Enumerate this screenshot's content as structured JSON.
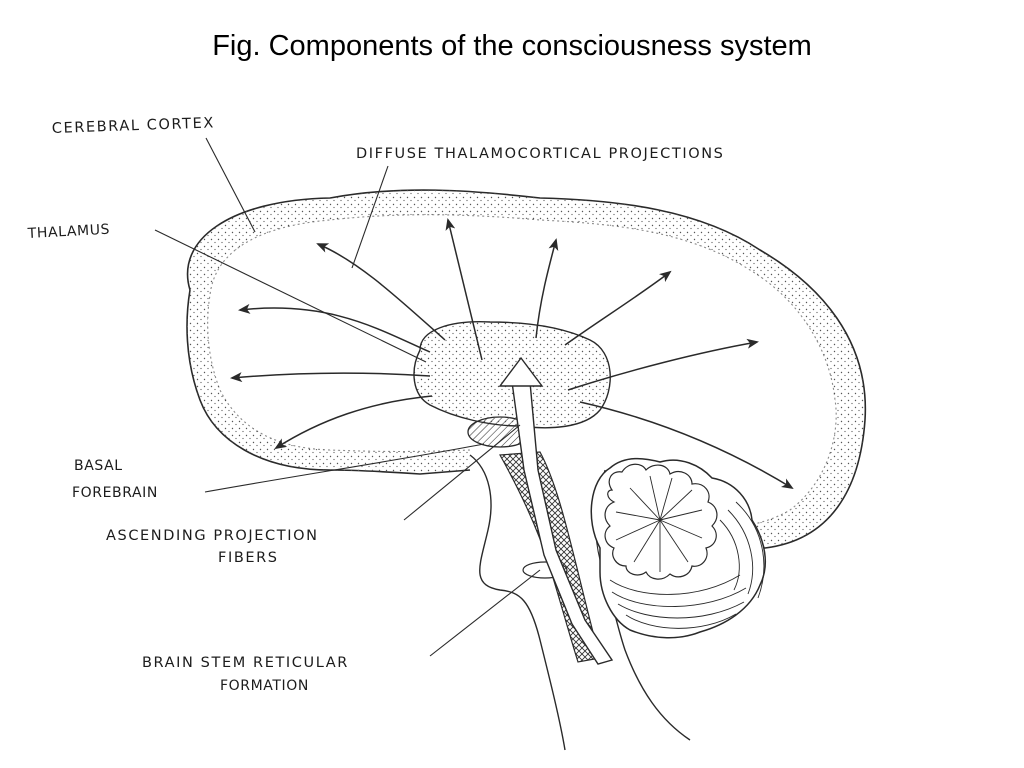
{
  "title": "Fig. Components of the consciousness system",
  "labels": {
    "cerebral_cortex": "CEREBRAL CORTEX",
    "diffuse_projections": "DIFFUSE THALAMOCORTICAL PROJECTIONS",
    "thalamus": "THALAMUS",
    "basal": "BASAL",
    "forebrain": "FOREBRAIN",
    "ascending_line1": "ASCENDING PROJECTION",
    "ascending_line2": "FIBERS",
    "brainstem_line1": "BRAIN STEM RETICULAR",
    "brainstem_line2": "FORMATION"
  },
  "colors": {
    "ink": "#2a2a2a",
    "background": "#ffffff"
  }
}
